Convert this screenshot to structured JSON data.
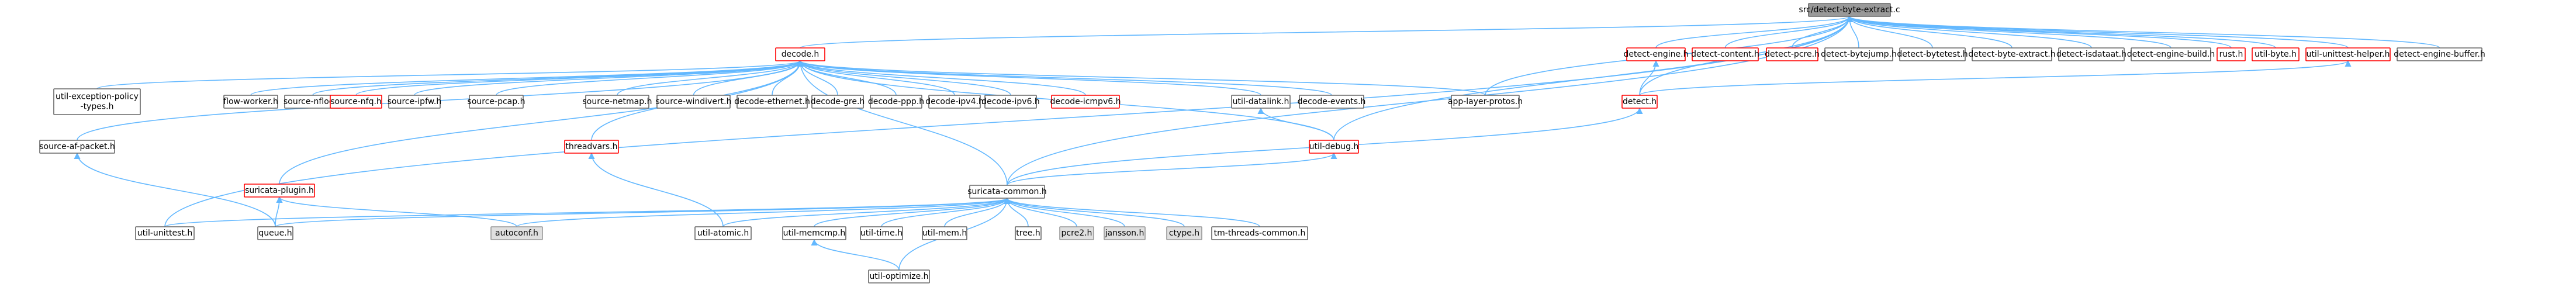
{
  "colors": {
    "edge": "#63b8ff",
    "root_fill": "#999999",
    "root_stroke": "#666666",
    "node_fill": "#ffffff",
    "node_stroke": "#666666",
    "link_stroke": "#ff0000",
    "system_fill": "#e0e0e0",
    "system_stroke": "#999999",
    "text": "#000000"
  },
  "nodes": [
    {
      "id": "root",
      "label": "src/detect-byte-extract.c",
      "kind": "root"
    },
    {
      "id": "decode",
      "label": "decode.h",
      "kind": "linked"
    },
    {
      "id": "app_layer_protos",
      "label": "app-layer-protos.h",
      "kind": "plain"
    },
    {
      "id": "detect_engine",
      "label": "detect-engine.h",
      "kind": "linked"
    },
    {
      "id": "detect_content",
      "label": "detect-content.h",
      "kind": "linked"
    },
    {
      "id": "detect_pcre",
      "label": "detect-pcre.h",
      "kind": "linked"
    },
    {
      "id": "detect_bytejump",
      "label": "detect-bytejump.h",
      "kind": "plain"
    },
    {
      "id": "detect_bytetest",
      "label": "detect-bytetest.h",
      "kind": "plain"
    },
    {
      "id": "detect_byte_extract",
      "label": "detect-byte-extract.h",
      "kind": "plain"
    },
    {
      "id": "detect_isdataat",
      "label": "detect-isdataat.h",
      "kind": "plain"
    },
    {
      "id": "detect_engine_build",
      "label": "detect-engine-build.h",
      "kind": "plain"
    },
    {
      "id": "rust",
      "label": "rust.h",
      "kind": "linked"
    },
    {
      "id": "util_byte",
      "label": "util-byte.h",
      "kind": "linked"
    },
    {
      "id": "util_unittest_helper",
      "label": "util-unittest-helper.h",
      "kind": "linked"
    },
    {
      "id": "detect_engine_buffer",
      "label": "detect-engine-buffer.h",
      "kind": "plain"
    },
    {
      "id": "detect",
      "label": "detect.h",
      "kind": "linked"
    },
    {
      "id": "util_exception_policy_types",
      "label": "util-exception-policy\n-types.h",
      "kind": "plain"
    },
    {
      "id": "flow_worker",
      "label": "flow-worker.h",
      "kind": "plain"
    },
    {
      "id": "source_nflog",
      "label": "source-nflog.h",
      "kind": "plain"
    },
    {
      "id": "source_nfq",
      "label": "source-nfq.h",
      "kind": "linked"
    },
    {
      "id": "source_ipfw",
      "label": "source-ipfw.h",
      "kind": "plain"
    },
    {
      "id": "source_pcap",
      "label": "source-pcap.h",
      "kind": "plain"
    },
    {
      "id": "source_netmap",
      "label": "source-netmap.h",
      "kind": "plain"
    },
    {
      "id": "source_windivert",
      "label": "source-windivert.h",
      "kind": "plain"
    },
    {
      "id": "decode_ethernet",
      "label": "decode-ethernet.h",
      "kind": "plain"
    },
    {
      "id": "decode_gre",
      "label": "decode-gre.h",
      "kind": "plain"
    },
    {
      "id": "decode_ppp",
      "label": "decode-ppp.h",
      "kind": "plain"
    },
    {
      "id": "decode_ipv4",
      "label": "decode-ipv4.h",
      "kind": "plain"
    },
    {
      "id": "decode_ipv6",
      "label": "decode-ipv6.h",
      "kind": "plain"
    },
    {
      "id": "decode_icmpv6",
      "label": "decode-icmpv6.h",
      "kind": "linked"
    },
    {
      "id": "util_datalink",
      "label": "util-datalink.h",
      "kind": "plain"
    },
    {
      "id": "decode_events",
      "label": "decode-events.h",
      "kind": "plain"
    },
    {
      "id": "source_af_packet",
      "label": "source-af-packet.h",
      "kind": "plain"
    },
    {
      "id": "threadvars",
      "label": "threadvars.h",
      "kind": "linked"
    },
    {
      "id": "util_debug",
      "label": "util-debug.h",
      "kind": "linked"
    },
    {
      "id": "suricata_plugin",
      "label": "suricata-plugin.h",
      "kind": "linked"
    },
    {
      "id": "suricata_common",
      "label": "suricata-common.h",
      "kind": "plain"
    },
    {
      "id": "util_unittest",
      "label": "util-unittest.h",
      "kind": "plain"
    },
    {
      "id": "queue",
      "label": "queue.h",
      "kind": "plain"
    },
    {
      "id": "autoconf",
      "label": "autoconf.h",
      "kind": "system"
    },
    {
      "id": "util_atomic",
      "label": "util-atomic.h",
      "kind": "plain"
    },
    {
      "id": "util_memcmp",
      "label": "util-memcmp.h",
      "kind": "plain"
    },
    {
      "id": "util_time",
      "label": "util-time.h",
      "kind": "plain"
    },
    {
      "id": "util_mem",
      "label": "util-mem.h",
      "kind": "plain"
    },
    {
      "id": "tree",
      "label": "tree.h",
      "kind": "plain"
    },
    {
      "id": "pcre2",
      "label": "pcre2.h",
      "kind": "system"
    },
    {
      "id": "jansson",
      "label": "jansson.h",
      "kind": "system"
    },
    {
      "id": "ctype",
      "label": "ctype.h",
      "kind": "system"
    },
    {
      "id": "tm_threads_common",
      "label": "tm-threads-common.h",
      "kind": "plain"
    },
    {
      "id": "util_optimize",
      "label": "util-optimize.h",
      "kind": "plain"
    }
  ],
  "edges": [
    [
      "root",
      "decode"
    ],
    [
      "root",
      "app_layer_protos"
    ],
    [
      "root",
      "detect_engine"
    ],
    [
      "root",
      "detect_content"
    ],
    [
      "root",
      "detect_pcre"
    ],
    [
      "root",
      "detect_bytejump"
    ],
    [
      "root",
      "detect_bytetest"
    ],
    [
      "root",
      "detect_byte_extract"
    ],
    [
      "root",
      "detect_isdataat"
    ],
    [
      "root",
      "detect_engine_build"
    ],
    [
      "root",
      "rust"
    ],
    [
      "root",
      "util_byte"
    ],
    [
      "root",
      "util_unittest_helper"
    ],
    [
      "root",
      "detect_engine_buffer"
    ],
    [
      "root",
      "detect"
    ],
    [
      "root",
      "util_debug"
    ],
    [
      "root",
      "util_unittest"
    ],
    [
      "root",
      "suricata_common"
    ],
    [
      "decode",
      "util_exception_policy_types"
    ],
    [
      "decode",
      "flow_worker"
    ],
    [
      "decode",
      "source_nflog"
    ],
    [
      "decode",
      "source_nfq"
    ],
    [
      "decode",
      "source_ipfw"
    ],
    [
      "decode",
      "source_pcap"
    ],
    [
      "decode",
      "source_netmap"
    ],
    [
      "decode",
      "source_windivert"
    ],
    [
      "decode",
      "decode_ethernet"
    ],
    [
      "decode",
      "decode_gre"
    ],
    [
      "decode",
      "decode_ppp"
    ],
    [
      "decode",
      "decode_ipv4"
    ],
    [
      "decode",
      "decode_ipv6"
    ],
    [
      "decode",
      "decode_icmpv6"
    ],
    [
      "decode",
      "util_datalink"
    ],
    [
      "decode",
      "decode_events"
    ],
    [
      "decode",
      "app_layer_protos"
    ],
    [
      "decode",
      "source_af_packet"
    ],
    [
      "decode",
      "threadvars"
    ],
    [
      "decode",
      "util_debug"
    ],
    [
      "decode",
      "suricata_plugin"
    ],
    [
      "decode",
      "suricata_common"
    ],
    [
      "detect_engine",
      "detect"
    ],
    [
      "util_unittest_helper",
      "detect"
    ],
    [
      "detect",
      "suricata_common"
    ],
    [
      "util_datalink",
      "util_debug"
    ],
    [
      "util_debug",
      "suricata_common"
    ],
    [
      "source_af_packet",
      "queue"
    ],
    [
      "threadvars",
      "util_atomic"
    ],
    [
      "suricata_plugin",
      "queue"
    ],
    [
      "suricata_plugin",
      "autoconf"
    ],
    [
      "suricata_common",
      "util_unittest"
    ],
    [
      "suricata_common",
      "queue"
    ],
    [
      "suricata_common",
      "autoconf"
    ],
    [
      "suricata_common",
      "util_atomic"
    ],
    [
      "suricata_common",
      "util_memcmp"
    ],
    [
      "suricata_common",
      "util_time"
    ],
    [
      "suricata_common",
      "util_mem"
    ],
    [
      "suricata_common",
      "tree"
    ],
    [
      "suricata_common",
      "pcre2"
    ],
    [
      "suricata_common",
      "jansson"
    ],
    [
      "suricata_common",
      "ctype"
    ],
    [
      "suricata_common",
      "tm_threads_common"
    ],
    [
      "suricata_common",
      "util_optimize"
    ],
    [
      "util_memcmp",
      "util_optimize"
    ]
  ]
}
